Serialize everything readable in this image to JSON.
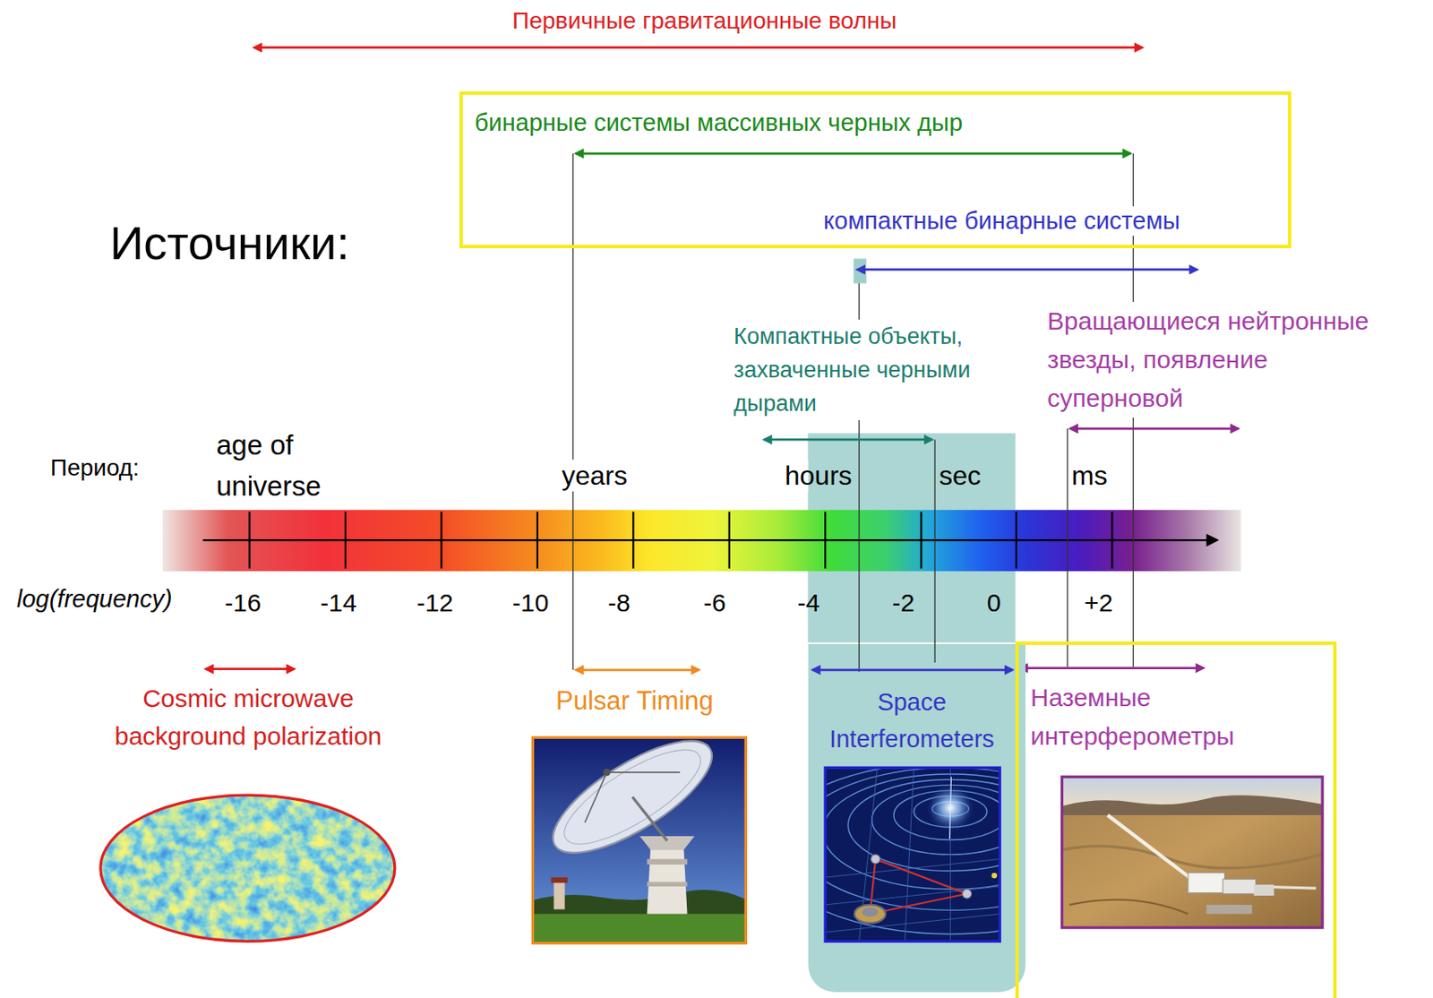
{
  "diagram": {
    "nodes": [
      {
        "text": [
          "бинарные системы массивных черных дыр",
          "компактные бинарные системы"
        ]
      },
      {
        "text": [
          "Space Interferometers"
        ]
      },
      {
        "text": [
          "Наземные интерферометры"
        ]
      }
    ],
    "labels": [
      "Первичные гравитационные волны",
      "Источники:",
      "Компактные объекты, захваченные черными дырами",
      "Вращающиеся нейтронные звезды, появление суперновой",
      "Период:",
      "age of universe",
      "years",
      "hours",
      "sec",
      "ms",
      "log(frequency)",
      "-16",
      "-14",
      "-12",
      "-10",
      "-8",
      "-6",
      "-4",
      "-2",
      "0",
      "+2",
      "Cosmic microwave background polarization",
      "Pulsar Timing"
    ]
  }
}
